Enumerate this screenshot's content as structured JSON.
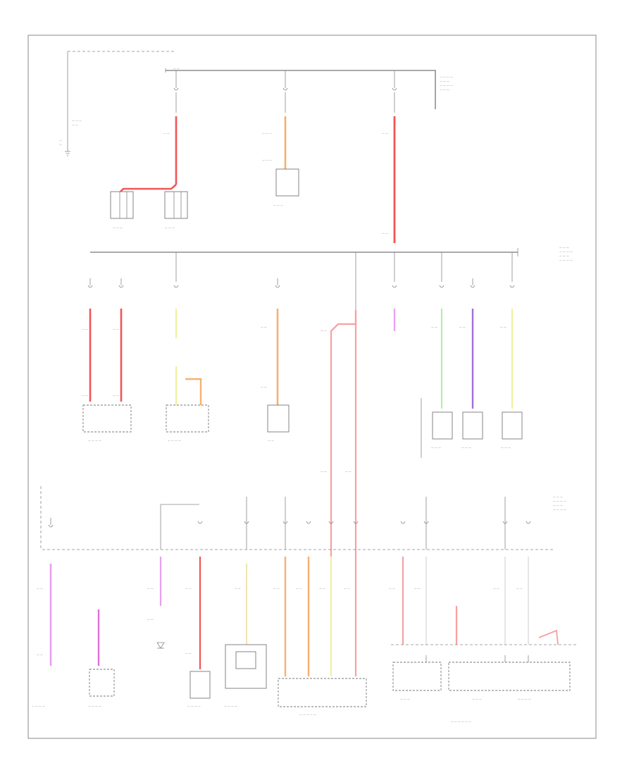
{
  "footer_code": "",
  "colors": {
    "red": "#f25555",
    "pink": "#f7a0a0",
    "orange": "#f7b070",
    "yellow": "#f0f098",
    "light_yellow": "#f0e4b0",
    "magenta": "#e7a0f0",
    "purple": "#a070d8",
    "green": "#b8eab0",
    "gray": "#777777"
  },
  "buses": [
    "battery-feed",
    "hot-at-all-times",
    "hot-in-run"
  ],
  "top_fuses": [
    {
      "id": "fl-1",
      "wire": "red"
    },
    {
      "id": "fl-2",
      "wire": "orange"
    },
    {
      "id": "fl-3",
      "wire": "red"
    }
  ],
  "mid_fuses": [
    {
      "id": "f-a",
      "wire": "red"
    },
    {
      "id": "f-b",
      "wire": "red"
    },
    {
      "id": "f-c",
      "wire": "yellow"
    },
    {
      "id": "f-d",
      "wire": "orange"
    },
    {
      "id": "f-e",
      "wire": "magenta"
    },
    {
      "id": "f-f",
      "wire": "green"
    },
    {
      "id": "f-g",
      "wire": "purple"
    },
    {
      "id": "f-h",
      "wire": "yellow"
    }
  ],
  "bottom_fuses": [
    {
      "id": "b-1",
      "wire": "magenta"
    },
    {
      "id": "b-2",
      "wire": "magenta"
    },
    {
      "id": "b-3",
      "wire": "red"
    },
    {
      "id": "b-4",
      "wire": "light_yellow"
    },
    {
      "id": "b-5",
      "wire": "orange"
    },
    {
      "id": "b-6",
      "wire": "orange"
    },
    {
      "id": "b-7",
      "wire": "yellow"
    },
    {
      "id": "b-8",
      "wire": "pink"
    },
    {
      "id": "b-9",
      "wire": "pink"
    },
    {
      "id": "b-10",
      "wire": "gray"
    },
    {
      "id": "b-11",
      "wire": "gray"
    },
    {
      "id": "b-12",
      "wire": "gray"
    }
  ]
}
